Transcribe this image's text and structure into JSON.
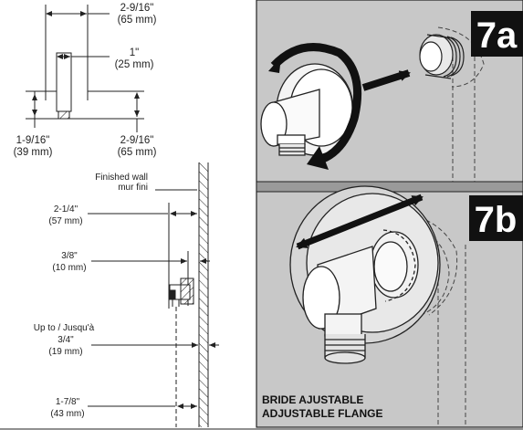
{
  "top_dims": {
    "width_a": "2-9/16\"",
    "width_a_mm": "(65 mm)",
    "pipe": "1\"",
    "pipe_mm": "(25 mm)",
    "left_h": "1-9/16\"",
    "left_h_mm": "(39 mm)",
    "right_h": "2-9/16\"",
    "right_h_mm": "(65 mm)"
  },
  "side_view": {
    "wall_en": "Finished wall",
    "wall_fr": "mur fini",
    "depth": "2-1/4\"",
    "depth_mm": "(57 mm)",
    "gap": "3/8\"",
    "gap_mm": "(10 mm)",
    "upto": "Up to / Jusqu'à",
    "upto_val": "3/4\"",
    "upto_mm": "(19 mm)",
    "bottom": "1-7/8\"",
    "bottom_mm": "(43 mm)"
  },
  "steps": {
    "step_a": "7a",
    "step_b": "7b",
    "caption_fr": "BRIDE AJUSTABLE",
    "caption_en": "ADJUSTABLE FLANGE"
  },
  "colors": {
    "panel_bg": "#c8c8c8",
    "badge_bg": "#111111",
    "line": "#222222"
  }
}
